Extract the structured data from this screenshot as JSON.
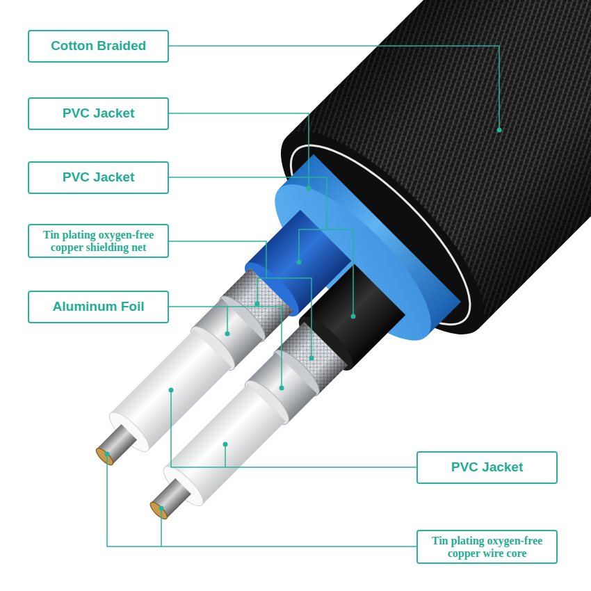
{
  "diagram": {
    "nodes": [
      {
        "text": [
          "Cotton Braided"
        ]
      },
      {
        "text": [
          "PVC Jacket"
        ]
      },
      {
        "text": [
          "PVC Jacket"
        ]
      },
      {
        "text": [
          "Tin plating oxygen-free copper shielding net"
        ]
      },
      {
        "text": [
          "Aluminum Foil"
        ]
      },
      {
        "text": [
          "PVC Jacket"
        ]
      },
      {
        "text": [
          "Tin plating oxygen-free copper wire core"
        ]
      }
    ]
  }
}
